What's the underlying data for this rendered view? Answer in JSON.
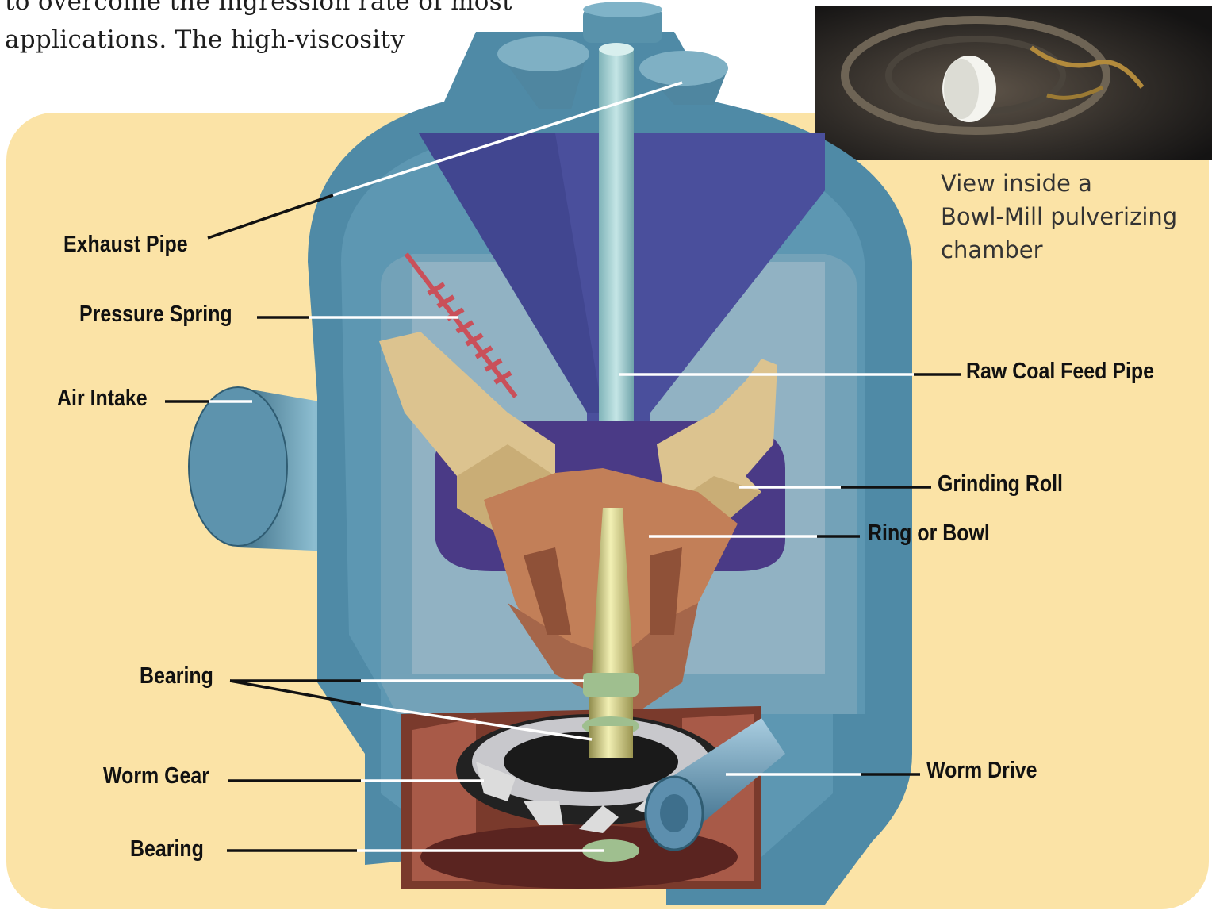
{
  "article": {
    "line1": "to overcome the ingression rate of most",
    "line2": "applications. The high-viscosity"
  },
  "photo": {
    "caption_lines": [
      "View inside a",
      "Bowl-Mill pulverizing",
      "chamber"
    ]
  },
  "labels": {
    "exhaust_pipe": "Exhaust Pipe",
    "pressure_spring": "Pressure Spring",
    "air_intake": "Air Intake",
    "raw_coal_feed_pipe": "Raw Coal Feed Pipe",
    "grinding_roll": "Grinding Roll",
    "ring_or_bowl": "Ring or Bowl",
    "bearing_upper": "Bearing",
    "worm_gear": "Worm Gear",
    "worm_drive": "Worm Drive",
    "bearing_lower": "Bearing"
  },
  "colors": {
    "panel_background": "#fbe3a6",
    "mill_housing": "#4f8aa6",
    "classifier_cone": "#4a4f9c",
    "grinding_roll": "#dcc38f",
    "bowl": "#c27f58",
    "shaft": "#d8d489",
    "pressure_spring": "#c9505a",
    "gear_base": "#7a3a2c"
  }
}
